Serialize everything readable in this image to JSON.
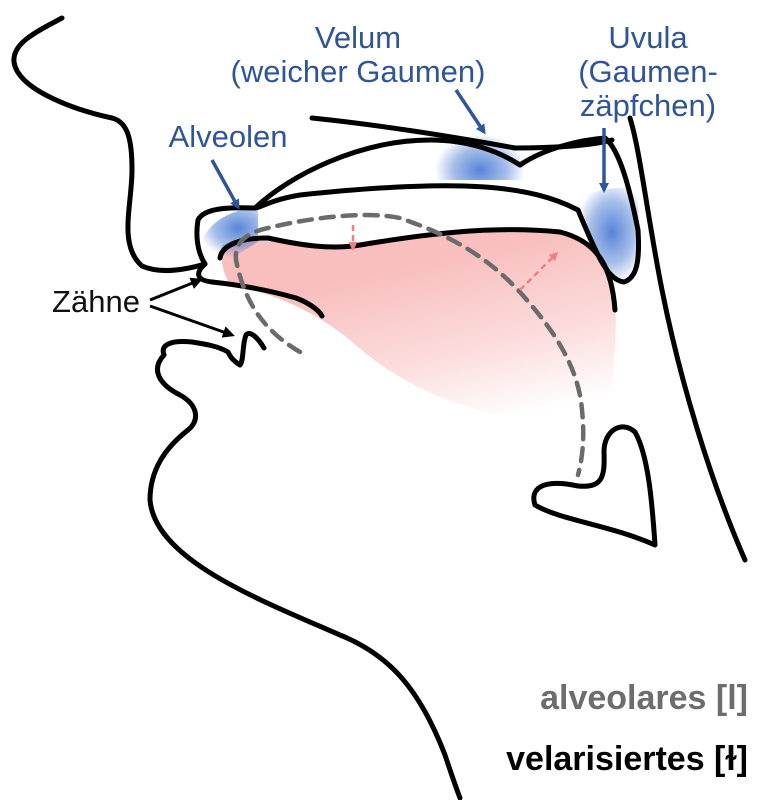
{
  "labels": {
    "velum_line1": "Velum",
    "velum_line2": "(weicher Gaumen)",
    "uvula_line1": "Uvula",
    "uvula_line2": "(Gaumen-",
    "uvula_line3": "zäpfchen)",
    "alveolen": "Alveolen",
    "zaehne": "Zähne"
  },
  "legend": {
    "alveolar": "alveolares [l]",
    "velarized": "velarisiertes [ɫ]"
  },
  "colors": {
    "label_blue": "#2f5597",
    "region_blue": "#3b6fd0",
    "tongue_red": "#f48a8a",
    "alveolar_grey": "#6d6d6d",
    "velarized_black": "#000000"
  }
}
